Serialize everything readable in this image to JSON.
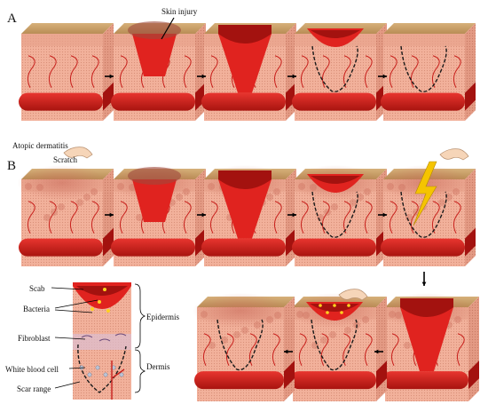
{
  "panels": {
    "a_label": "A",
    "b_label": "B"
  },
  "annotations": {
    "skin_injury": "Skin injury",
    "atopic_dermatitis": "Atopic dermatitis",
    "scratch": "Scratch"
  },
  "legend": {
    "scab": "Scab",
    "bacteria": "Bacteria",
    "fibroblast": "Fibroblast",
    "white_blood_cell": "White blood cell",
    "scar_range": "Scar range",
    "epidermis": "Epidermis",
    "dermis": "Dermis"
  },
  "colors": {
    "skin_top": "#c9a06a",
    "skin_front": "#f2b19b",
    "skin_side": "#e39a84",
    "blood": "#e0231f",
    "blood_dark": "#a3120f",
    "vessel": "#c8201c",
    "scar_line": "#1a1a1a",
    "lightning": "#f5c400"
  },
  "icons": [
    "scratching-hand-icon",
    "lightning-icon",
    "flow-arrow-icon"
  ]
}
